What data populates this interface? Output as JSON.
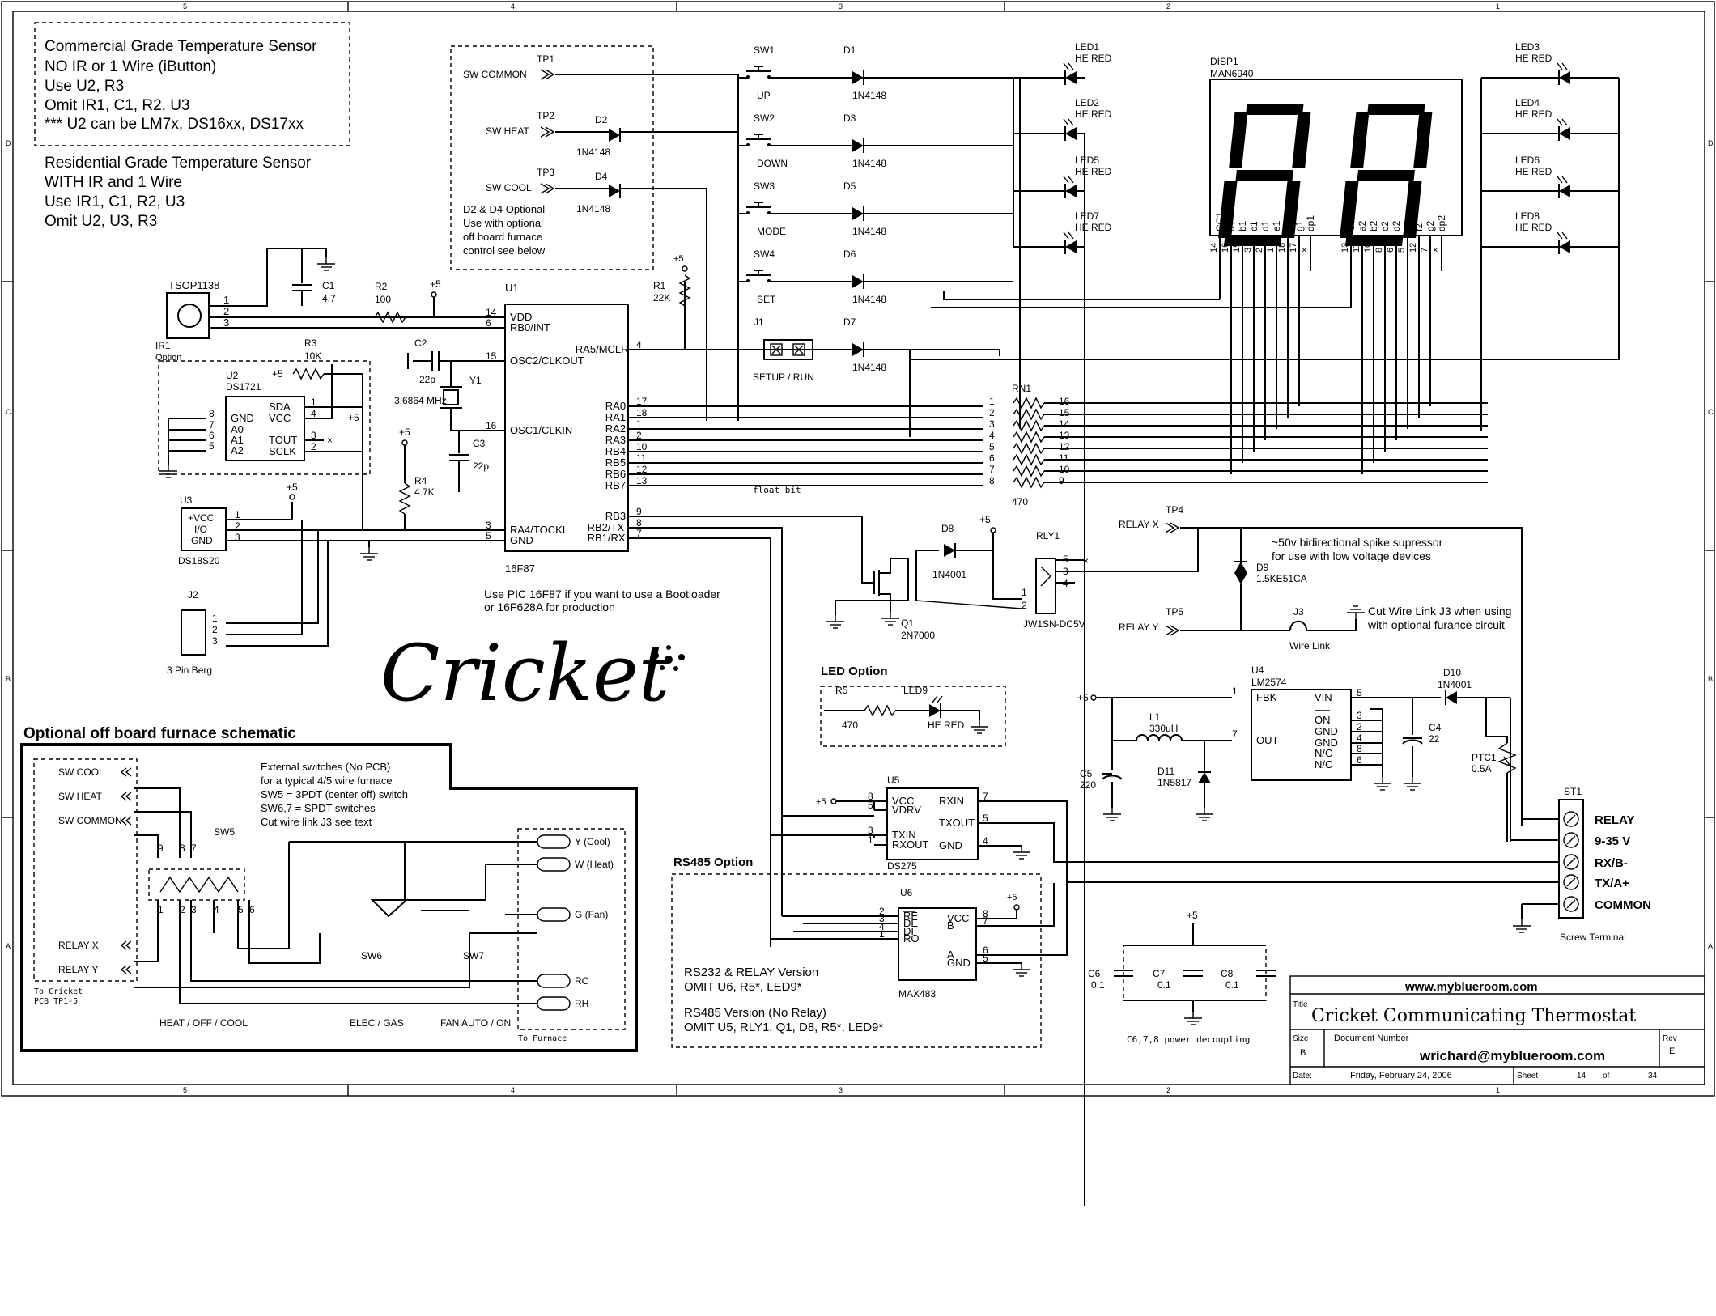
{
  "notes": {
    "commercial": [
      "Commercial Grade Temperature Sensor",
      "NO IR or 1 Wire (iButton)",
      "Use U2, R3",
      "Omit IR1,  C1, R2, U3",
      "*** U2 can be LM7x, DS16xx, DS17xx"
    ],
    "residential": [
      "Residential Grade Temperature Sensor",
      "WITH IR and 1 Wire",
      "Use IR1, C1, R2, U3",
      "Omit U2, U3, R3"
    ],
    "d2d4": [
      "D2 & D4 Optional",
      "Use with optional",
      "off board furnace",
      "control see below"
    ],
    "pic": [
      "Use PIC 16F87 if you want to use a Bootloader",
      "or 16F628A for production"
    ],
    "spike": [
      "~50v bidirectional spike supressor",
      "for use with low voltage devices"
    ],
    "j3": [
      "Cut Wire Link J3 when using",
      "with optional furance circuit"
    ],
    "furnace_ext": [
      "External switches (No PCB)",
      "for a typical 4/5 wire furnace",
      "SW5 = 3PDT (center off) switch",
      "SW6,7 = SPDT switches",
      "Cut wire link J3 see text"
    ],
    "versions": [
      "RS232 & RELAY Version",
      "OMIT U6, R5*, LED9*",
      "RS485 Version (No Relay)",
      "OMIT U5, RLY1, Q1, D8, R5*, LED9*"
    ],
    "decoupling": "C6,7,8 power decoupling",
    "float": "float bit"
  },
  "logo": "Cricket",
  "headings": {
    "furnace": "Optional off board furnace schematic",
    "led_option": "LED Option",
    "rs485": "RS485 Option"
  },
  "tp": {
    "common": "SW COMMON",
    "heat": "SW HEAT",
    "cool": "SW COOL",
    "tp1": "TP1",
    "tp2": "TP2",
    "tp3": "TP3",
    "tp4": "TP4",
    "tp5": "TP5",
    "relayx": "RELAY X",
    "relayy": "RELAY Y"
  },
  "switches": [
    {
      "ref": "SW1",
      "label": "UP",
      "diode": "D1",
      "part": "1N4148"
    },
    {
      "ref": "SW2",
      "label": "DOWN",
      "diode": "D3",
      "part": "1N4148"
    },
    {
      "ref": "SW3",
      "label": "MODE",
      "diode": "D5",
      "part": "1N4148"
    },
    {
      "ref": "SW4",
      "label": "SET",
      "diode": "D6",
      "part": "1N4148"
    }
  ],
  "jumper": {
    "ref": "J1",
    "label": "SETUP / RUN",
    "diode": "D7",
    "part": "1N4148"
  },
  "d2": {
    "ref": "D2",
    "part": "1N4148"
  },
  "d4": {
    "ref": "D4",
    "part": "1N4148"
  },
  "leds_left": [
    {
      "ref": "LED1",
      "part": "HE RED"
    },
    {
      "ref": "LED2",
      "part": "HE RED"
    },
    {
      "ref": "LED5",
      "part": "HE RED"
    },
    {
      "ref": "LED7",
      "part": "HE RED"
    }
  ],
  "leds_right": [
    {
      "ref": "LED3",
      "part": "HE RED"
    },
    {
      "ref": "LED4",
      "part": "HE RED"
    },
    {
      "ref": "LED6",
      "part": "HE RED"
    },
    {
      "ref": "LED8",
      "part": "HE RED"
    }
  ],
  "display": {
    "ref": "DISP1",
    "part": "MAN6940",
    "pins_left": [
      "CC1",
      "a1",
      "b1",
      "c1",
      "d1",
      "e1",
      "f1",
      "g1",
      "dp1"
    ],
    "nums_left": [
      "14",
      "16",
      "15",
      "3",
      "2",
      "1",
      "18",
      "17",
      "×"
    ],
    "pins_right": [
      "CC2",
      "a2",
      "b2",
      "c2",
      "d2",
      "e2",
      "f2",
      "g2",
      "dp2"
    ],
    "nums_right": [
      "13",
      "11",
      "10",
      "8",
      "6",
      "5",
      "12",
      "7",
      "×"
    ]
  },
  "mcu": {
    "ref": "U1",
    "part": "16F87",
    "left": [
      [
        "14",
        "VDD"
      ],
      [
        "6",
        "RB0/INT"
      ],
      [
        "15",
        "OSC2/CLKOUT"
      ],
      [
        "16",
        "OSC1/CLKIN"
      ],
      [
        "3",
        "RA4/TOCKI"
      ],
      [
        "5",
        "GND"
      ]
    ],
    "right": [
      [
        "4",
        "RA5/MCLR"
      ],
      [
        "17",
        "RA0"
      ],
      [
        "18",
        "RA1"
      ],
      [
        "1",
        "RA2"
      ],
      [
        "2",
        "RA3"
      ],
      [
        "10",
        "RB4"
      ],
      [
        "11",
        "RB5"
      ],
      [
        "12",
        "RB6"
      ],
      [
        "13",
        "RB7"
      ],
      [
        "9",
        "RB3"
      ],
      [
        "8",
        "RB2/TX"
      ],
      [
        "7",
        "RB1/RX"
      ]
    ]
  },
  "rn1": {
    "ref": "RN1",
    "value": "470",
    "left": [
      "1",
      "2",
      "3",
      "4",
      "5",
      "6",
      "7",
      "8"
    ],
    "right": [
      "16",
      "15",
      "14",
      "13",
      "12",
      "11",
      "10",
      "9"
    ]
  },
  "ir": {
    "ref": "TSOP1138",
    "name": "IR1",
    "opt": "Option",
    "pins": [
      "1",
      "2",
      "3"
    ]
  },
  "c1": {
    "ref": "C1",
    "value": "4.7"
  },
  "r2": {
    "ref": "R2",
    "value": "100"
  },
  "r3": {
    "ref": "R3",
    "value": "10K"
  },
  "r4": {
    "ref": "R4",
    "value": "4.7K"
  },
  "r1": {
    "ref": "R1",
    "value": "22K"
  },
  "c2": {
    "ref": "C2",
    "value": "22p"
  },
  "c3": {
    "ref": "C3",
    "value": "22p"
  },
  "y1": {
    "ref": "Y1",
    "value": "3.6864 MHz"
  },
  "u2": {
    "ref": "U2",
    "part": "DS1721",
    "left": [
      [
        "8",
        "GND"
      ],
      [
        "7",
        "A0"
      ],
      [
        "6",
        "A1"
      ],
      [
        "5",
        "A2"
      ]
    ],
    "right": [
      [
        "1",
        "SDA"
      ],
      [
        "4",
        "VCC"
      ],
      [
        "3",
        "TOUT"
      ],
      [
        "2",
        "SCLK"
      ]
    ]
  },
  "u3": {
    "ref": "U3",
    "part": "DS18S20",
    "pins": [
      "+VCC",
      "I/O",
      "GND"
    ],
    "nums": [
      "1",
      "2",
      "3"
    ]
  },
  "j2": {
    "ref": "J2",
    "part": "3 Pin Berg",
    "nums": [
      "1",
      "2",
      "3"
    ]
  },
  "plus5": "+5",
  "d8": {
    "ref": "D8",
    "part": "1N4001"
  },
  "q1": {
    "ref": "Q1",
    "part": "2N7000"
  },
  "rly1": {
    "ref": "RLY1",
    "part": "JW1SN-DC5V",
    "nums": [
      "5",
      "3",
      "4",
      "1",
      "2"
    ]
  },
  "d9": {
    "ref": "D9",
    "part": "1.5KE51CA"
  },
  "j3w": {
    "ref": "J3",
    "part": "Wire Link"
  },
  "led9": {
    "r": "R5",
    "rv": "470",
    "ref": "LED9",
    "part": "HE RED"
  },
  "u4": {
    "ref": "U4",
    "part": "LM2574",
    "left": [
      [
        "1",
        "FBK"
      ],
      [
        "7",
        "OUT"
      ]
    ],
    "right": [
      [
        "5",
        "VIN"
      ],
      [
        "3",
        "ON"
      ],
      [
        "2",
        "GND"
      ],
      [
        "4",
        "GND"
      ],
      [
        "8",
        "N/C"
      ],
      [
        "6",
        "N/C"
      ]
    ]
  },
  "l1": {
    "ref": "L1",
    "value": "330uH"
  },
  "c5": {
    "ref": "C5",
    "value": "220"
  },
  "c4": {
    "ref": "C4",
    "value": "22"
  },
  "d11": {
    "ref": "D11",
    "part": "1N5817"
  },
  "d10": {
    "ref": "D10",
    "part": "1N4001"
  },
  "ptc1": {
    "ref": "PTC1",
    "value": "0.5A"
  },
  "st1": {
    "ref": "ST1",
    "part": "Screw Terminal",
    "labels": [
      "RELAY",
      "9-35 V",
      "RX/B-",
      "TX/A+",
      "COMMON"
    ]
  },
  "u5": {
    "ref": "U5",
    "part": "DS275",
    "left": [
      [
        "8",
        "VCC"
      ],
      [
        "5",
        "VDRV"
      ],
      [
        "3",
        "TXIN"
      ],
      [
        "1",
        "RXOUT"
      ]
    ],
    "right": [
      [
        "7",
        "RXIN"
      ],
      [
        "5",
        "TXOUT"
      ],
      [
        "4",
        "GND"
      ]
    ]
  },
  "u6": {
    "ref": "U6",
    "part": "MAX483",
    "left": [
      [
        "2",
        "RE"
      ],
      [
        "3",
        "DE"
      ],
      [
        "4",
        "DI"
      ],
      [
        "1",
        "RO"
      ]
    ],
    "right": [
      [
        "8",
        "VCC"
      ],
      [
        "7",
        "B"
      ],
      [
        "6",
        "A"
      ],
      [
        "5",
        "GND"
      ]
    ]
  },
  "caps": [
    {
      "ref": "C6",
      "value": "0.1"
    },
    {
      "ref": "C7",
      "value": "0.1"
    },
    {
      "ref": "C8",
      "value": "0.1"
    }
  ],
  "furnace": {
    "left": [
      "SW COOL",
      "SW HEAT",
      "SW COMMON",
      "RELAY X",
      "RELAY Y"
    ],
    "sw5": "SW5",
    "sw6": "SW6",
    "sw7": "SW7",
    "nums_top": [
      "9",
      "8",
      "7"
    ],
    "nums_bot": [
      "1",
      "2",
      "3",
      "4",
      "5",
      "6"
    ],
    "right": [
      "Y (Cool)",
      "W (Heat)",
      "G (Fan)",
      "RC",
      "RH"
    ],
    "bottom": [
      "HEAT / OFF / COOL",
      "ELEC / GAS",
      "FAN AUTO / ON"
    ],
    "to_cricket": [
      "To Cricket",
      "PCB TP1-5"
    ],
    "to_furnace": "To Furnace"
  },
  "titleblock": {
    "url": "www.myblueroom.com",
    "title_label": "Title",
    "title": "Cricket Communicating Thermostat",
    "size_label": "Size",
    "size": "B",
    "docnum_label": "Document Number",
    "docnum": "wrichard@myblueroom.com",
    "rev_label": "Rev",
    "rev": "E",
    "date_label": "Date:",
    "date": "Friday, February 24, 2006",
    "sheet_label": "Sheet",
    "sheet": "14",
    "of": "of",
    "total": "34"
  },
  "border": {
    "cols": [
      "5",
      "4",
      "3",
      "2",
      "1"
    ],
    "rows": [
      "D",
      "C",
      "B",
      "A"
    ]
  }
}
